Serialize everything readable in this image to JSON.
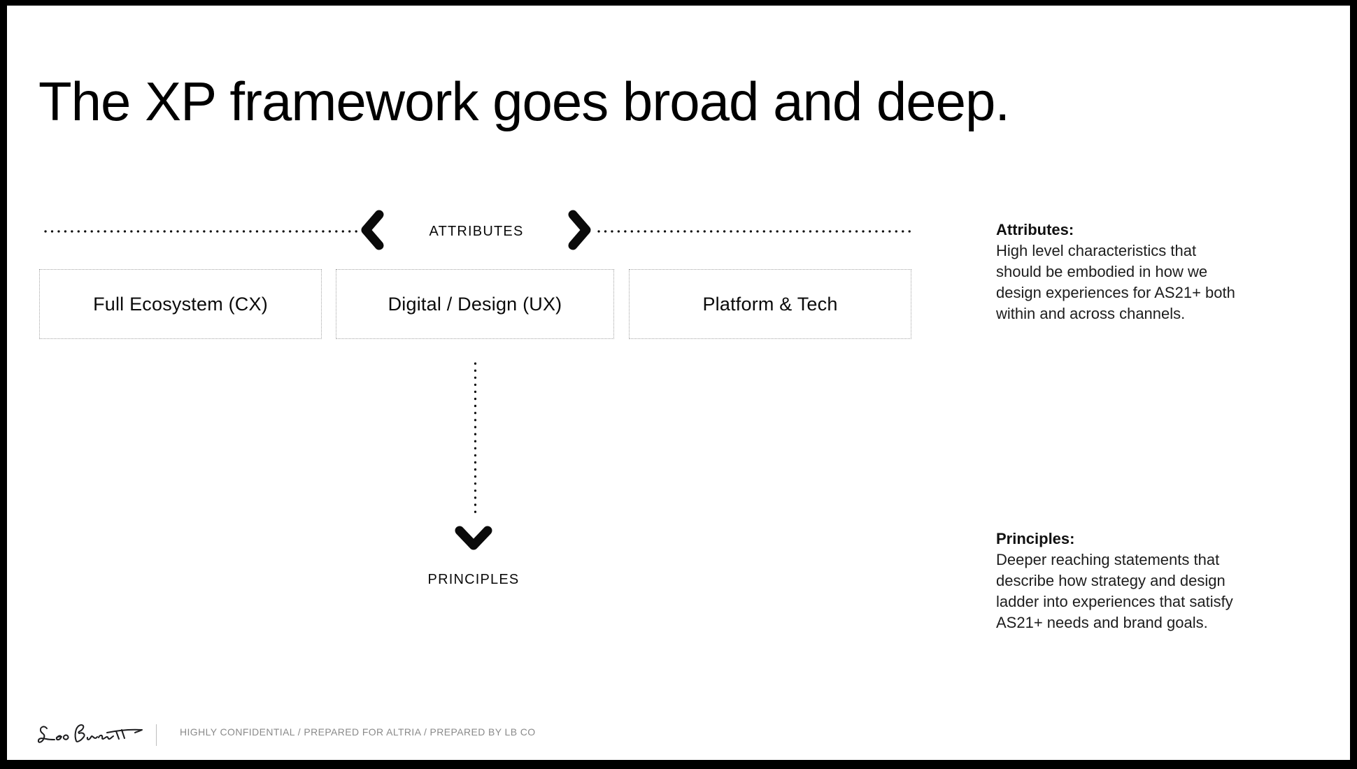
{
  "slide": {
    "title": "The XP framework goes broad and deep.",
    "diagram": {
      "attributes_label": "ATTRIBUTES",
      "principles_label": "PRINCIPLES",
      "boxes": [
        {
          "label": "Full Ecosystem (CX)"
        },
        {
          "label": "Digital / Design (UX)"
        },
        {
          "label": "Platform & Tech"
        }
      ]
    },
    "sidebar": {
      "attributes": {
        "heading": "Attributes:",
        "body_lines": [
          "High level characteristics that",
          "should be embodied in how we",
          "design experiences for AS21+ both",
          "within and across channels."
        ]
      },
      "principles": {
        "heading": "Principles:",
        "body_lines": [
          "Deeper reaching statements that",
          "describe how strategy and design",
          "ladder into experiences that satisfy",
          "AS21+ needs and brand goals."
        ]
      }
    },
    "footer": {
      "logo_name": "Leo Burnett",
      "confidential": "HIGHLY CONFIDENTIAL / PREPARED FOR ALTRIA / PREPARED BY LB CO"
    },
    "colors": {
      "frame": "#000000",
      "slide_bg": "#ffffff",
      "ink": "#0a0a0a",
      "body_text": "#1d1d1d",
      "box_border_dotted": "#a3a3a3",
      "footer_text": "#8a8a8a",
      "footer_divider": "#bdbdbd"
    }
  }
}
